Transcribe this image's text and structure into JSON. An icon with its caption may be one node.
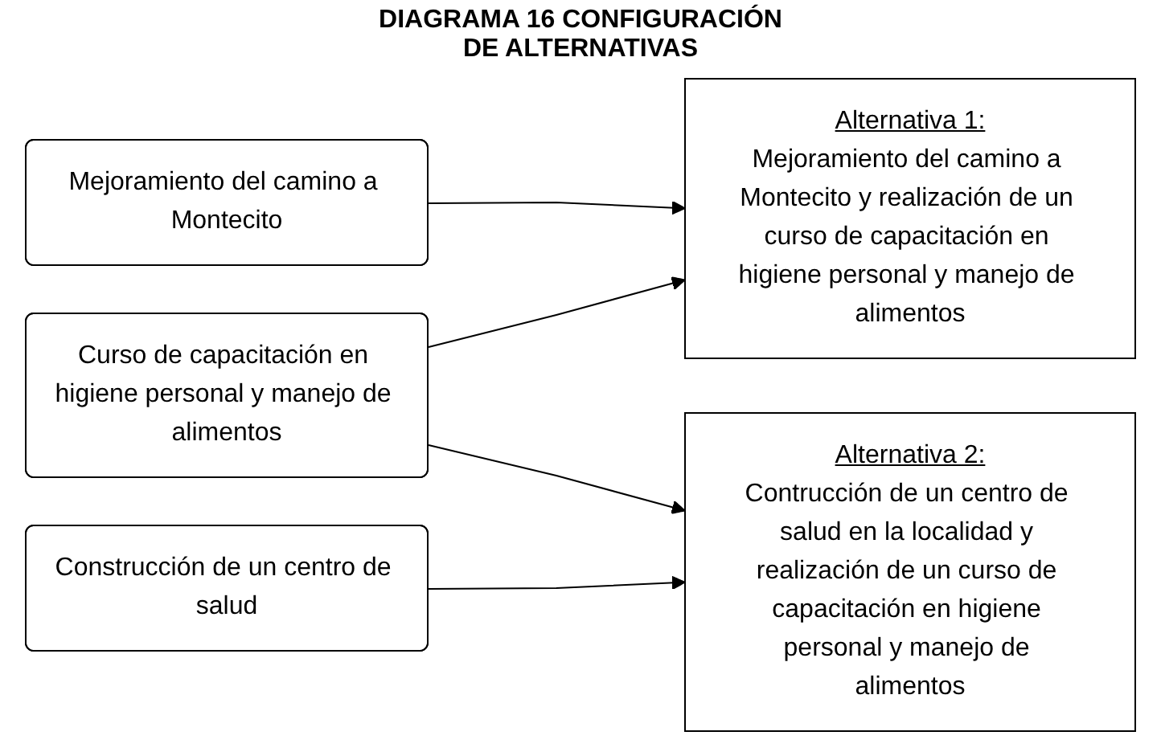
{
  "diagram": {
    "title": "DIAGRAMA 16 CONFIGURACIÓN DE ALTERNATIVAS",
    "nodes": [
      {
        "text": [
          "Mejoramiento del camino a Montecito"
        ]
      },
      {
        "text": [
          "Curso de capacitación en higiene personal y manejo de alimentos"
        ]
      },
      {
        "text": [
          "Construcción de un centro de salud"
        ]
      },
      {
        "text": [
          "Alternativa 1:",
          "Mejoramiento del camino a Montecito y realización de un curso de capacitación en higiene personal y manejo de alimentos"
        ]
      },
      {
        "text": [
          "Alternativa 2:",
          "Contrucción de un centro de salud en la localidad y realización de un curso de capacitación en higiene personal y manejo de alimentos"
        ]
      }
    ],
    "edges": [
      {
        "from": 0,
        "to": 3,
        "arrow": "to"
      },
      {
        "from": 1,
        "to": 3,
        "arrow": "to"
      },
      {
        "from": 1,
        "to": 4,
        "arrow": "to"
      },
      {
        "from": 2,
        "to": 4,
        "arrow": "to"
      }
    ]
  }
}
